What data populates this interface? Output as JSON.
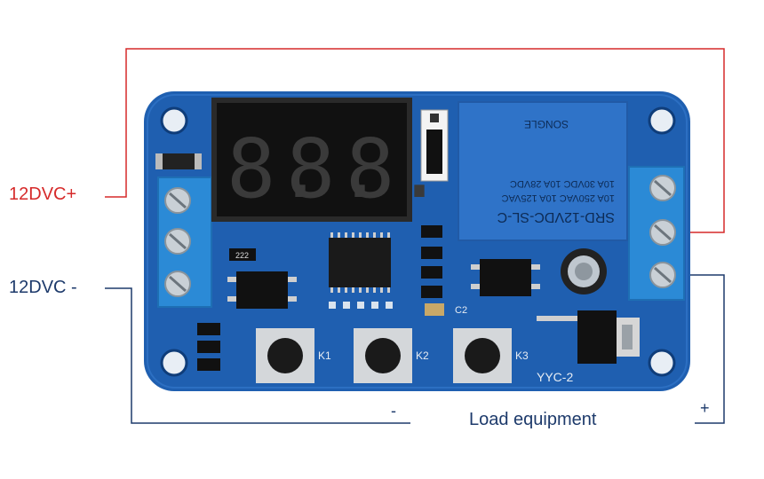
{
  "colors": {
    "red_wire": "#d62a2a",
    "blue_wire": "#1d3a6b",
    "board": "#1f5fb0",
    "relay": "#2f73c8",
    "terminal": "#2b8ad6"
  },
  "labels": {
    "power_positive": "12DVC+",
    "power_negative": "12DVC -",
    "load_equipment": "Load equipment",
    "load_minus": "-",
    "load_plus": "+"
  },
  "board": {
    "display_digits": [
      "8.",
      "8.",
      "8."
    ],
    "relay_text": {
      "model": "SRD-12VDC-SL-C",
      "line1": "10A 250VAC  10A 125VAC",
      "line2": "10A 30VDC   10A 28VDC",
      "brand": "SONGLE"
    },
    "buttons": [
      "K1",
      "K2",
      "K3"
    ],
    "board_id": "YYC-2",
    "cap_label": "C2",
    "resistor_code": "222"
  }
}
